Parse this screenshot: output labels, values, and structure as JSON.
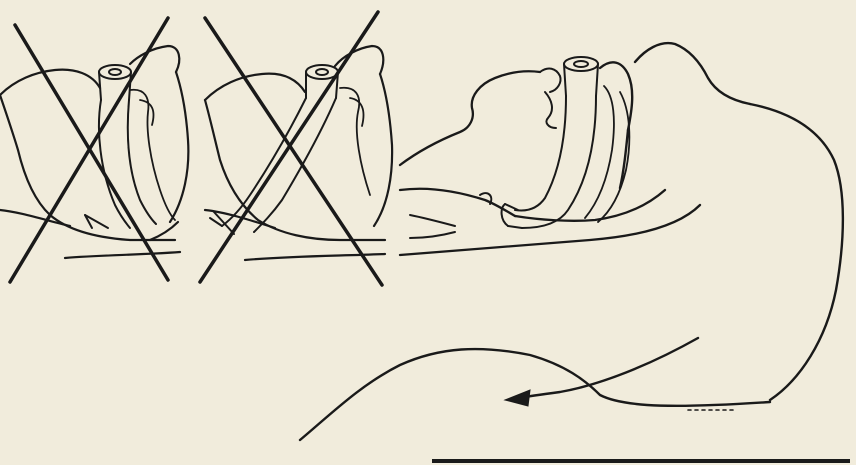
{
  "figure": {
    "panels": [
      {
        "id": "incorrect-1",
        "crossed_out": true
      },
      {
        "id": "incorrect-2",
        "crossed_out": true
      },
      {
        "id": "correct",
        "crossed_out": false
      }
    ],
    "colors": {
      "paper": "#f1ecdc",
      "ink": "#1a1a1a"
    }
  }
}
